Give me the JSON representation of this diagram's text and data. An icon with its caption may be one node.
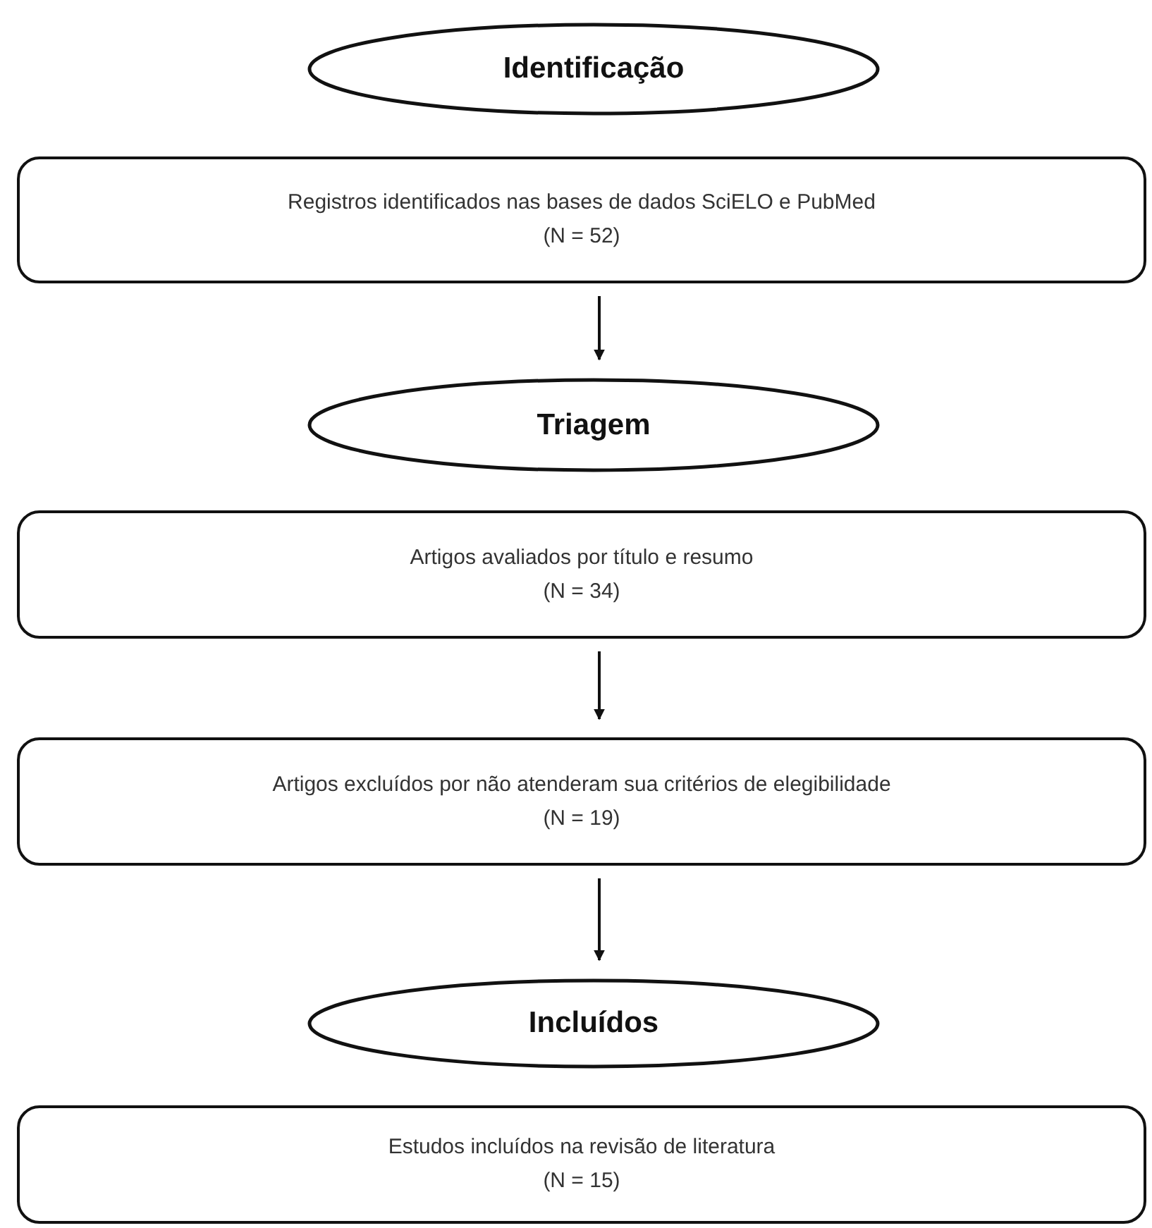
{
  "diagram": {
    "nodes": [
      {
        "text": [
          "Identificação"
        ]
      },
      {
        "text": [
          "Registros identificados nas bases de dados SciELO e PubMed",
          "(N = 52)"
        ]
      },
      {
        "text": [
          "Triagem"
        ]
      },
      {
        "text": [
          "Artigos avaliados por título e resumo",
          "(N = 34)"
        ]
      },
      {
        "text": [
          "Artigos excluídos por não atenderam sua critérios de elegibilidade",
          "(N = 19)"
        ]
      },
      {
        "text": [
          "Incluídos"
        ]
      },
      {
        "text": [
          "Estudos incluídos na revisão de literatura",
          "(N = 15)"
        ]
      }
    ],
    "edges": [
      {
        "from": 1,
        "to": 2,
        "arrow": "to"
      },
      {
        "from": 3,
        "to": 4,
        "arrow": "to"
      },
      {
        "from": 4,
        "to": 5,
        "arrow": "to"
      }
    ]
  }
}
